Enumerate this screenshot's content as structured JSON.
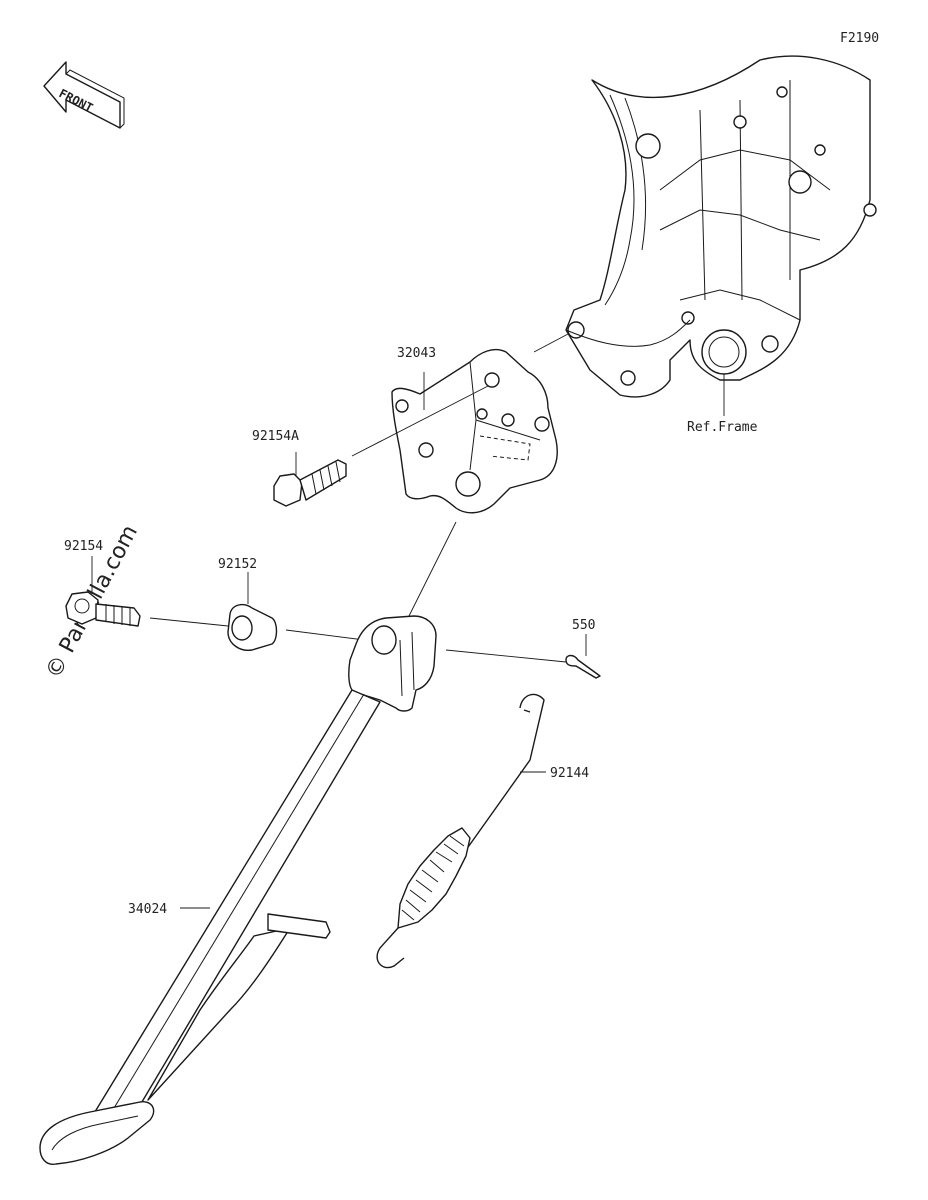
{
  "diagram_code": "F2190",
  "front_marker": "FRONT",
  "watermark": "© Partzilla.com",
  "frame_ref": "Ref.Frame",
  "parts": [
    {
      "id": "p32043",
      "number": "32043"
    },
    {
      "id": "p92154A",
      "number": "92154A"
    },
    {
      "id": "p92154",
      "number": "92154"
    },
    {
      "id": "p92152",
      "number": "92152"
    },
    {
      "id": "p550",
      "number": "550"
    },
    {
      "id": "p92144",
      "number": "92144"
    },
    {
      "id": "p34024",
      "number": "34024"
    }
  ]
}
